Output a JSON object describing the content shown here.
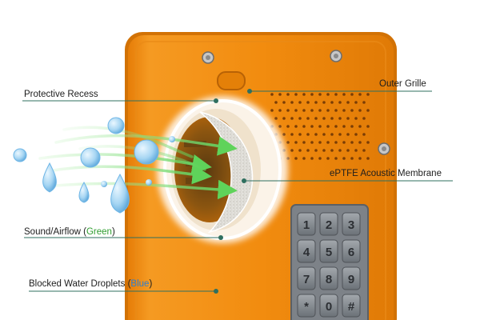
{
  "colors": {
    "housing": "#f28c0f",
    "housing_dark": "#c86a05",
    "leader_line": "#2f6f5f",
    "airflow": "#7ed87a",
    "droplet": "#a9d8f2",
    "keypad_metal": "#8e949a",
    "membrane": "#ecebe6"
  },
  "labels": {
    "outer_grille": "Outer Grille",
    "protective_recess": "Protective Recess",
    "membrane": "ePTFE Acoustic Membrane",
    "airflow_prefix": "Sound/Airflow (",
    "airflow_color": "Green",
    "airflow_suffix": ")",
    "droplets_prefix": "Blocked Water Droplets (",
    "droplets_color": "Blue",
    "droplets_suffix": ")"
  },
  "keypad": {
    "keys": [
      "1",
      "2",
      "3",
      "4",
      "5",
      "6",
      "7",
      "8",
      "9",
      "*",
      "0",
      "#"
    ]
  }
}
